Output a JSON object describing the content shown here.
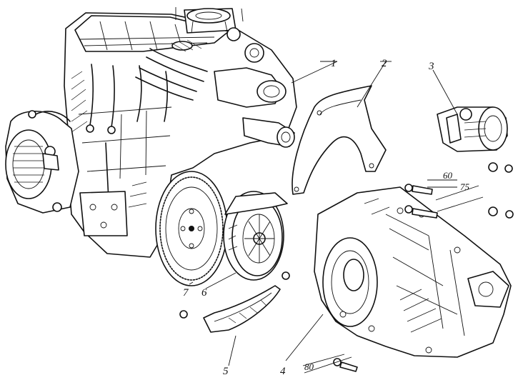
{
  "callouts": [
    "1",
    "2",
    "3",
    "4",
    "5",
    "6",
    "7"
  ],
  "dimensions": [
    "60",
    "75",
    "80"
  ]
}
